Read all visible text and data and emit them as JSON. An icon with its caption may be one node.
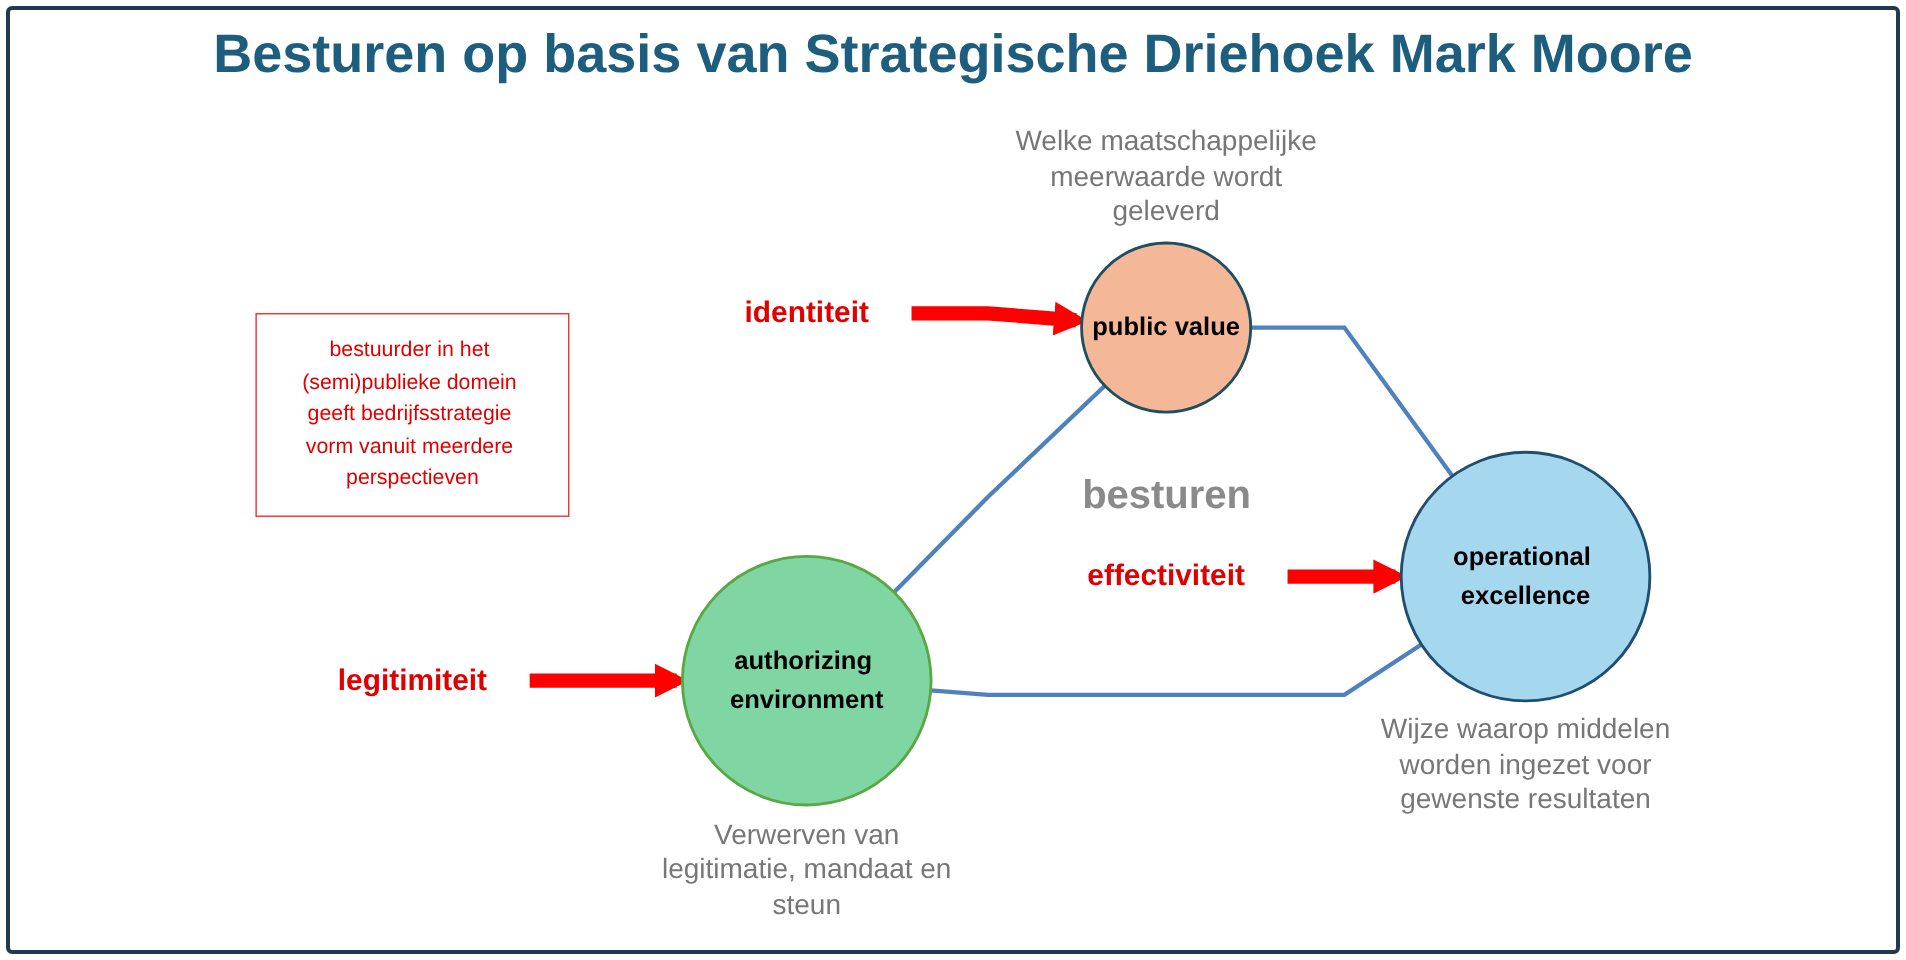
{
  "diagram": {
    "title": "Besturen op basis van Strategische Driehoek Mark Moore",
    "nodes": [
      {
        "text": [
          "identiteit"
        ]
      },
      {
        "text": [
          "public value"
        ],
        "beside": [
          "Welke maatschappelijke meerwaarde wordt geleverd"
        ]
      },
      {
        "text": [
          "bestuurder in het (semi)publieke domein geeft bedrijfsstrategie vorm vanuit meerdere perspectieven"
        ]
      },
      {
        "text": [
          "legitimiteit"
        ]
      },
      {
        "text": [
          "authorizing environment"
        ],
        "beside": [
          "Verwerven van legitimatie, mandaat en steun"
        ]
      },
      {
        "text": [
          "operational excellence"
        ],
        "beside": [
          "Wijze waarop middelen worden ingezet voor gewenste resultaten"
        ]
      },
      {
        "text": [
          "effectiviteit"
        ]
      }
    ],
    "edges": [
      {
        "from": 4,
        "to": 1,
        "arrow": "none",
        "color": "#4f81bd"
      },
      {
        "from": 1,
        "to": 5,
        "arrow": "none",
        "color": "#4f81bd"
      },
      {
        "from": 4,
        "to": 5,
        "arrow": "none",
        "color": "#4f81bd"
      },
      {
        "from": 0,
        "to": 1,
        "arrow": "to",
        "style": "thick",
        "color": "#ff0000"
      },
      {
        "from": 3,
        "to": 4,
        "arrow": "to",
        "style": "thick",
        "color": "#ff0000"
      },
      {
        "from": 6,
        "to": 5,
        "arrow": "to",
        "style": "thick",
        "color": "#ff0000"
      }
    ],
    "labels": [
      "besturen"
    ]
  }
}
